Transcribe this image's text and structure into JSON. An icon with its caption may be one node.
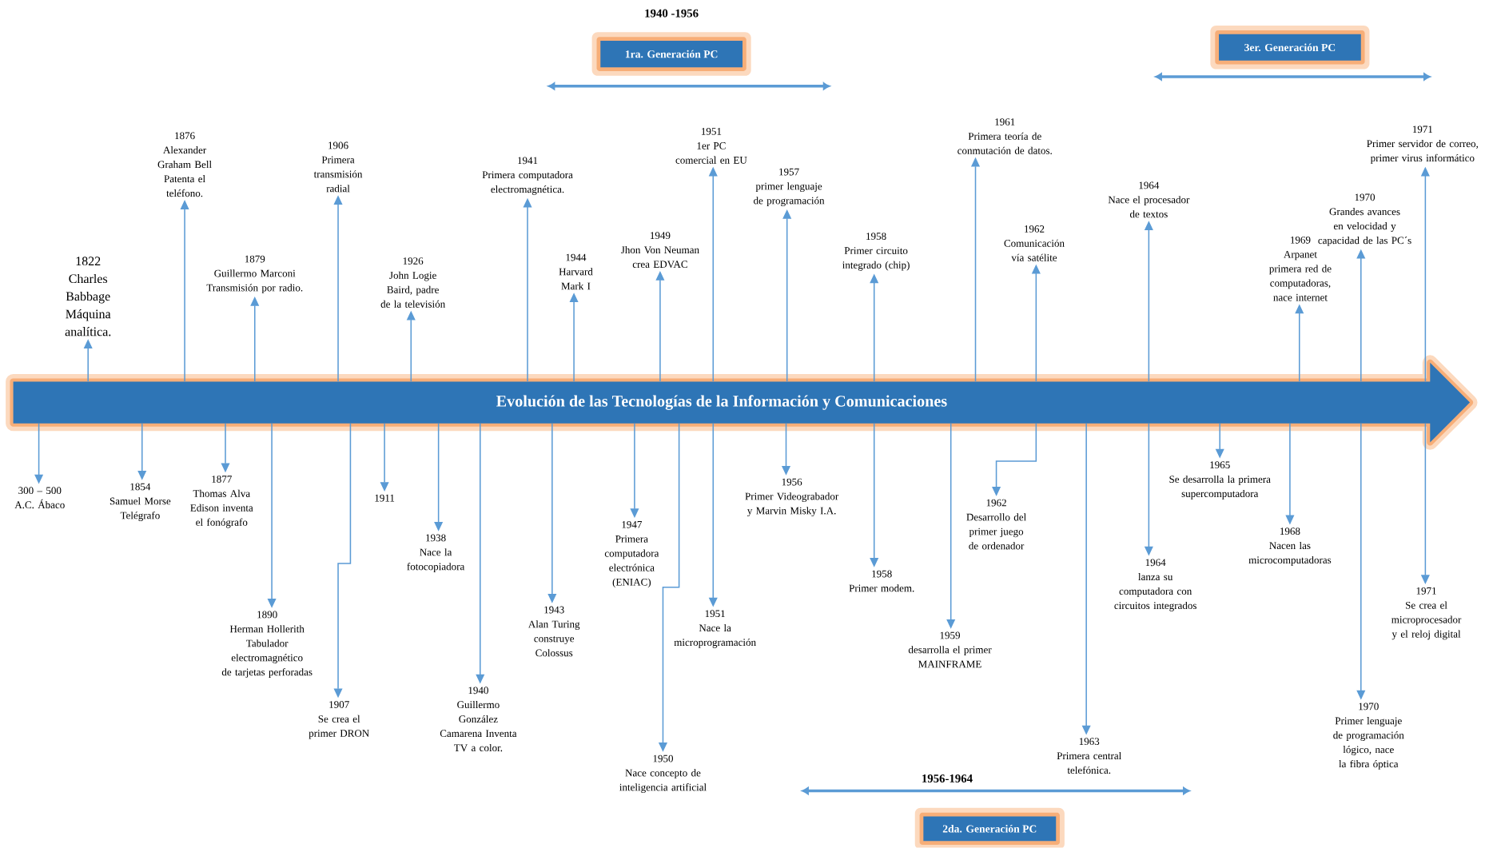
{
  "diagram": {
    "nodes": [
      {
        "text": [
          "Evolución de las Tecnologías de la Información y Comunicaciones"
        ]
      },
      {
        "text": [
          "1822",
          "Charles Babbage Máquina analítica."
        ]
      },
      {
        "text": [
          "1876",
          "Alexander Graham Bell Patenta el teléfono."
        ]
      },
      {
        "text": [
          "1879",
          "Guillermo Marconi Transmisión por radio."
        ]
      },
      {
        "text": [
          "1906",
          "Primera transmisión radial"
        ]
      },
      {
        "text": [
          "1926",
          "John Logie Baird, padre de la televisión"
        ]
      },
      {
        "text": [
          "1941",
          "Primera computadora electromagnética."
        ]
      },
      {
        "text": [
          "1944",
          "Harvard Mark I"
        ]
      },
      {
        "text": [
          "1949",
          "Jhon Von Neuman crea EDVAC"
        ]
      },
      {
        "text": [
          "1951",
          "1er PC comercial en EU"
        ]
      },
      {
        "text": [
          "1957",
          "primer lenguaje de programación"
        ]
      },
      {
        "text": [
          "1958",
          "Primer circuito integrado (chip)"
        ]
      },
      {
        "text": [
          "1961",
          "Primera teoría de conmutación de datos."
        ]
      },
      {
        "text": [
          "1962",
          "Comunicación vía satélite"
        ]
      },
      {
        "text": [
          "1964",
          "Nace el procesador de textos"
        ]
      },
      {
        "text": [
          "1969",
          "Arpanet primera red de computadoras, nace internet"
        ]
      },
      {
        "text": [
          "1970",
          "Grandes avances en velocidad y capacidad de las PC´s"
        ]
      },
      {
        "text": [
          "1971",
          "Primer servidor de correo, primer virus informático"
        ]
      },
      {
        "text": [
          "300 – 500",
          "A.C. Ábaco"
        ]
      },
      {
        "text": [
          "1854",
          "Samuel Morse Telégrafo"
        ]
      },
      {
        "text": [
          "1877",
          "Thomas Alva Edison inventa el fonógrafo"
        ]
      },
      {
        "text": [
          "1890",
          "Herman Hollerith Tabulador electromagnético de tarjetas perforadas"
        ]
      },
      {
        "text": [
          "1907",
          "Se crea el primer DRON"
        ]
      },
      {
        "text": [
          "1911"
        ]
      },
      {
        "text": [
          "1938",
          "Nace la fotocopiadora"
        ]
      },
      {
        "text": [
          "1940",
          "Guillermo González Camarena Inventa TV a color."
        ]
      },
      {
        "text": [
          "1943",
          "Alan Turing construye Colossus"
        ]
      },
      {
        "text": [
          "1947",
          "Primera computadora electrónica (ENIAC)"
        ]
      },
      {
        "text": [
          "1950",
          "Nace concepto de inteligencia artificial"
        ]
      },
      {
        "text": [
          "1951",
          "Nace la microprogramación"
        ]
      },
      {
        "text": [
          "1956",
          "Primer Videograbador y Marvin Misky I.A."
        ]
      },
      {
        "text": [
          "1958",
          "Primer modem."
        ]
      },
      {
        "text": [
          "1959",
          "desarrolla el primer MAINFRAME"
        ]
      },
      {
        "text": [
          "1962",
          "Desarrollo del primer juego de ordenador"
        ]
      },
      {
        "text": [
          "1963",
          "Primera central telefónica."
        ]
      },
      {
        "text": [
          "1964",
          "lanza su computadora con circuitos integrados"
        ]
      },
      {
        "text": [
          "1965",
          "Se desarrolla la primera supercomputadora"
        ]
      },
      {
        "text": [
          "1968",
          "Nacen las microcomputadoras"
        ]
      },
      {
        "text": [
          "1970",
          "Primer lenguaje de programación lógico, nace la fibra óptica"
        ]
      },
      {
        "text": [
          "1971",
          "Se crea el microprocesador y el reloj digital"
        ]
      },
      {
        "text": [
          "1940 -1956",
          "1ra. Generación PC"
        ]
      },
      {
        "text": [
          "3er. Generación PC"
        ]
      },
      {
        "text": [
          "1956-1964",
          "2da. Generación PC"
        ]
      }
    ],
    "edges": [
      {
        "from": 0,
        "to": 1,
        "arrow": "to"
      },
      {
        "from": 0,
        "to": 2,
        "arrow": "to"
      },
      {
        "from": 0,
        "to": 3,
        "arrow": "to"
      },
      {
        "from": 0,
        "to": 4,
        "arrow": "to"
      },
      {
        "from": 0,
        "to": 5,
        "arrow": "to"
      },
      {
        "from": 0,
        "to": 6,
        "arrow": "to"
      },
      {
        "from": 0,
        "to": 7,
        "arrow": "to"
      },
      {
        "from": 0,
        "to": 8,
        "arrow": "to"
      },
      {
        "from": 0,
        "to": 9,
        "arrow": "to"
      },
      {
        "from": 0,
        "to": 10,
        "arrow": "to"
      },
      {
        "from": 0,
        "to": 11,
        "arrow": "to"
      },
      {
        "from": 0,
        "to": 12,
        "arrow": "to"
      },
      {
        "from": 0,
        "to": 13,
        "arrow": "to"
      },
      {
        "from": 0,
        "to": 14,
        "arrow": "to"
      },
      {
        "from": 0,
        "to": 15,
        "arrow": "to"
      },
      {
        "from": 0,
        "to": 16,
        "arrow": "to"
      },
      {
        "from": 0,
        "to": 17,
        "arrow": "to"
      },
      {
        "from": 0,
        "to": 18,
        "arrow": "to"
      },
      {
        "from": 0,
        "to": 19,
        "arrow": "to"
      },
      {
        "from": 0,
        "to": 20,
        "arrow": "to"
      },
      {
        "from": 0,
        "to": 21,
        "arrow": "to"
      },
      {
        "from": 0,
        "to": 22,
        "arrow": "to"
      },
      {
        "from": 0,
        "to": 23,
        "arrow": "to"
      },
      {
        "from": 0,
        "to": 24,
        "arrow": "to"
      },
      {
        "from": 0,
        "to": 25,
        "arrow": "to"
      },
      {
        "from": 0,
        "to": 26,
        "arrow": "to"
      },
      {
        "from": 0,
        "to": 27,
        "arrow": "to"
      },
      {
        "from": 0,
        "to": 28,
        "arrow": "to"
      },
      {
        "from": 0,
        "to": 29,
        "arrow": "to"
      },
      {
        "from": 0,
        "to": 30,
        "arrow": "to"
      },
      {
        "from": 0,
        "to": 31,
        "arrow": "to"
      },
      {
        "from": 0,
        "to": 32,
        "arrow": "to"
      },
      {
        "from": 0,
        "to": 33,
        "arrow": "to"
      },
      {
        "from": 0,
        "to": 34,
        "arrow": "to"
      },
      {
        "from": 0,
        "to": 35,
        "arrow": "to"
      },
      {
        "from": 0,
        "to": 36,
        "arrow": "to"
      },
      {
        "from": 0,
        "to": 37,
        "arrow": "to"
      },
      {
        "from": 0,
        "to": 38,
        "arrow": "to"
      },
      {
        "from": 0,
        "to": 39,
        "arrow": "to"
      }
    ]
  }
}
